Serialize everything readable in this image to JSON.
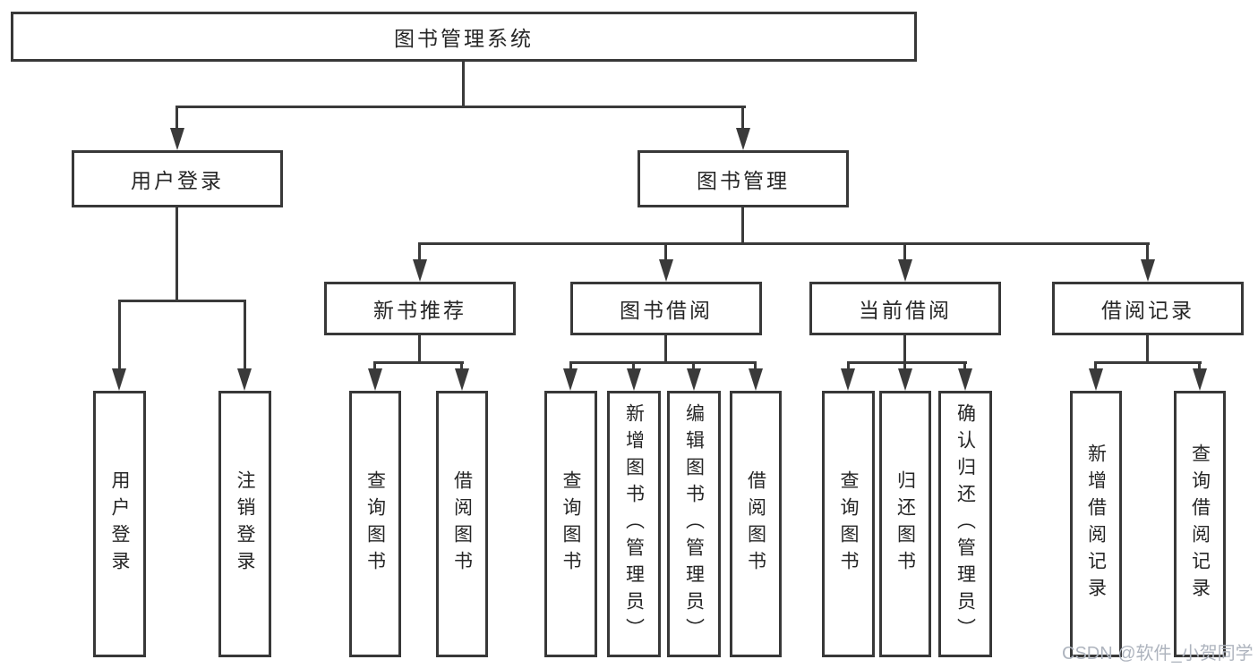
{
  "diagram": {
    "root": {
      "label": "图书管理系统"
    },
    "user_login": {
      "label": "用户登录",
      "children": [
        {
          "label": "用户登录"
        },
        {
          "label": "注销登录"
        }
      ]
    },
    "book_management": {
      "label": "图书管理",
      "groups": [
        {
          "label": "新书推荐",
          "children": [
            {
              "label": "查询图书"
            },
            {
              "label": "借阅图书"
            }
          ]
        },
        {
          "label": "图书借阅",
          "children": [
            {
              "label": "查询图书"
            },
            {
              "label": "新增图书（管理员）"
            },
            {
              "label": "编辑图书（管理员）"
            },
            {
              "label": "借阅图书"
            }
          ]
        },
        {
          "label": "当前借阅",
          "children": [
            {
              "label": "查询图书"
            },
            {
              "label": "归还图书"
            },
            {
              "label": "确认归还（管理员）"
            }
          ]
        },
        {
          "label": "借阅记录",
          "children": [
            {
              "label": "新增借阅记录"
            },
            {
              "label": "查询借阅记录"
            }
          ]
        }
      ]
    }
  },
  "watermark": {
    "text": "CSDN @软件_小贺同学"
  },
  "colors": {
    "line": "#3a3a3a",
    "box_border": "#383838",
    "box_fill": "#ffffff",
    "text": "#262626",
    "watermark": "#aeb4be",
    "background": "#ffffff"
  }
}
